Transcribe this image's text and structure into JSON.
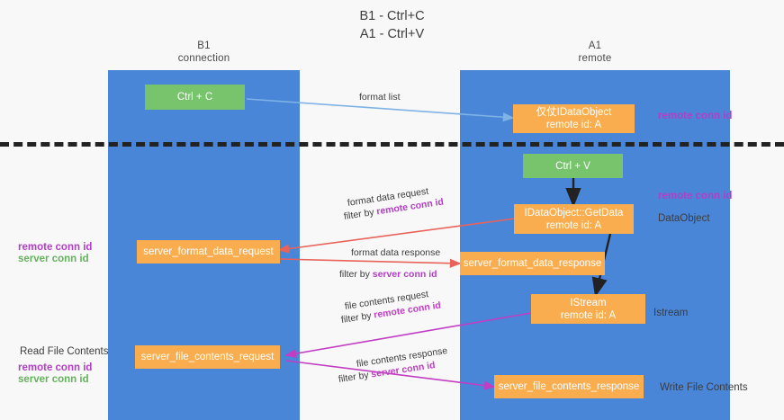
{
  "title": {
    "line1": "B1 - Ctrl+C",
    "line2": "A1 - Ctrl+V"
  },
  "lanes": [
    {
      "name": "B1",
      "sub": "connection"
    },
    {
      "name": "A1",
      "sub": "remote"
    }
  ],
  "nodes": {
    "ctrl_c": {
      "line1": "Ctrl + C",
      "line2": ""
    },
    "idataobject_remote": {
      "line1": "仅仗IDataObject",
      "line2": "remote id: A"
    },
    "ctrl_v": {
      "line1": "Ctrl + V",
      "line2": ""
    },
    "getdata": {
      "line1": "IDataObject::GetData",
      "line2": "remote id: A"
    },
    "server_format_data_request": {
      "line1": "server_format_data_request",
      "line2": ""
    },
    "server_format_data_response": {
      "line1": "server_format_data_response",
      "line2": ""
    },
    "istream": {
      "line1": "IStream",
      "line2": "remote id: A"
    },
    "server_file_contents_request": {
      "line1": "server_file_contents_request",
      "line2": ""
    },
    "server_file_contents_response": {
      "line1": "server_file_contents_response",
      "line2": ""
    }
  },
  "right_labels": {
    "remote_conn_id_top": "remote conn id",
    "remote_conn_id_mid": "remote conn id",
    "dataobject": "DataObject",
    "istream": "Istream",
    "write_file_contents": "Write File Contents"
  },
  "left_labels": {
    "remote_conn_id_mid": "remote conn id",
    "server_conn_id_mid": "server conn id",
    "read_file_contents": "Read File Contents",
    "remote_conn_id_bottom": "remote conn id",
    "server_conn_id_bottom": "server conn id"
  },
  "edges": {
    "format_list": "format list",
    "format_data_request": "format data request",
    "format_data_request_filter_prefix": "filter by ",
    "format_data_request_filter_value": "remote conn id",
    "format_data_response": "format data response",
    "format_data_response_filter_prefix": "filter by ",
    "format_data_response_filter_value": "server conn id",
    "file_contents_request": "file contents request",
    "file_contents_request_filter_prefix": "filter by ",
    "file_contents_request_filter_value": "remote conn id",
    "file_contents_response": "file contents response",
    "file_contents_response_filter_prefix": "filter by ",
    "file_contents_response_filter_value": "server conn id"
  },
  "colors": {
    "lane": "#4a86d8",
    "green_node": "#77c46c",
    "orange_node": "#f9ad4e",
    "purple": "#b13ec4",
    "green_text": "#63b35a",
    "arrow_blue": "#7fb2e5",
    "arrow_red": "#e8635a",
    "arrow_magenta": "#c13ec4",
    "arrow_black": "#222222",
    "background": "#f8f8f8"
  }
}
